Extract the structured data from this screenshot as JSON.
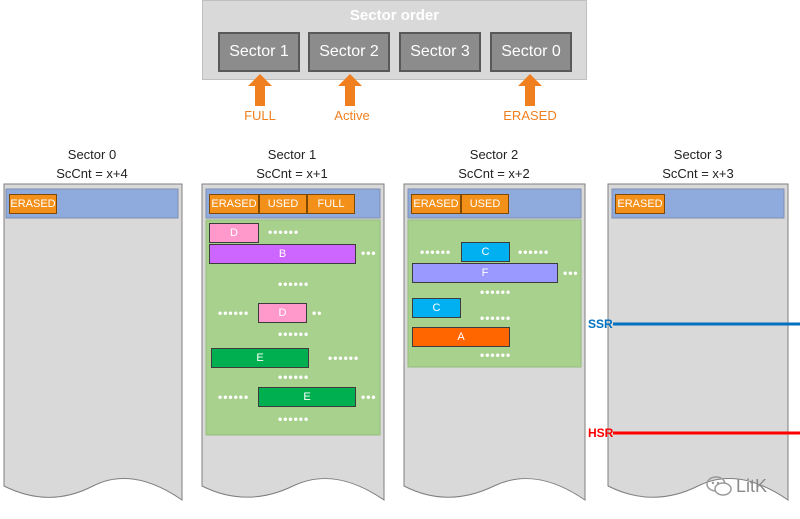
{
  "order": {
    "title": "Sector order",
    "boxes": [
      "Sector 1",
      "Sector 2",
      "Sector 3",
      "Sector 0"
    ],
    "markers": [
      "FULL",
      "Active",
      "ERASED"
    ]
  },
  "sectors": [
    {
      "name": "Sector 0",
      "count": "ScCnt = x+4",
      "status": [
        "ERASED"
      ]
    },
    {
      "name": "Sector 1",
      "count": "ScCnt = x+1",
      "status": [
        "ERASED",
        "USED",
        "FULL"
      ],
      "records": [
        "D",
        "B",
        "D",
        "E",
        "E"
      ]
    },
    {
      "name": "Sector 2",
      "count": "ScCnt = x+2",
      "status": [
        "ERASED",
        "USED"
      ],
      "records": [
        "C",
        "F",
        "C",
        "A"
      ]
    },
    {
      "name": "Sector 3",
      "count": "ScCnt = x+3",
      "status": [
        "ERASED"
      ]
    }
  ],
  "markers": {
    "ssr": "SSR",
    "hsr": "HSR"
  },
  "watermark": "LitK",
  "colors": {
    "orange": "#f39019",
    "panel_blue": "#8faadc",
    "record_area_green": "#a9d18e",
    "sector_gray": "#d9d9d9",
    "pink": "#ff99cc",
    "purple": "#cc66ff",
    "green": "#00b050",
    "cyan": "#00b0f0",
    "lavender": "#9999ff",
    "ssr_line": "#0070c0",
    "hsr_line": "#ff0000"
  }
}
